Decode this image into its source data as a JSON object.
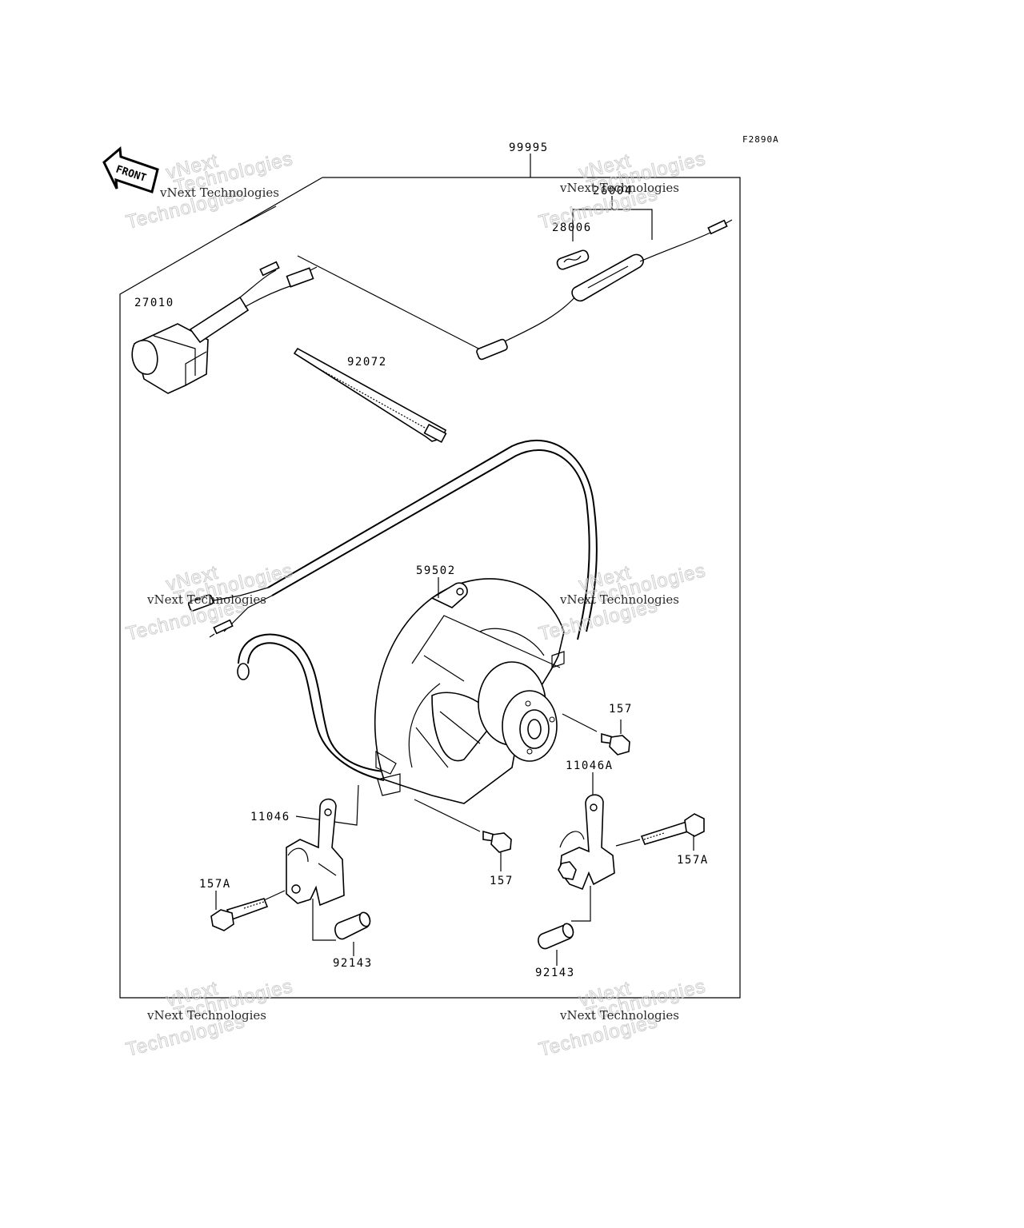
{
  "diagram_code": "F2890A",
  "front_label": "FRONT",
  "watermark": {
    "line1": "vNext Technologies",
    "line2": "Technologies",
    "line3": "vNext"
  },
  "parts": {
    "kit": "99995",
    "switch": "27010",
    "fuse_holder": "26004",
    "fuse": "28006",
    "band": "92072",
    "fan_assy": "59502",
    "bolt_right": "157",
    "bolt_left": "157",
    "bracket_left": "11046",
    "bracket_right": "11046A",
    "long_bolt_left": "157A",
    "long_bolt_right": "157A",
    "collar_left": "92143",
    "collar_right": "92143"
  }
}
